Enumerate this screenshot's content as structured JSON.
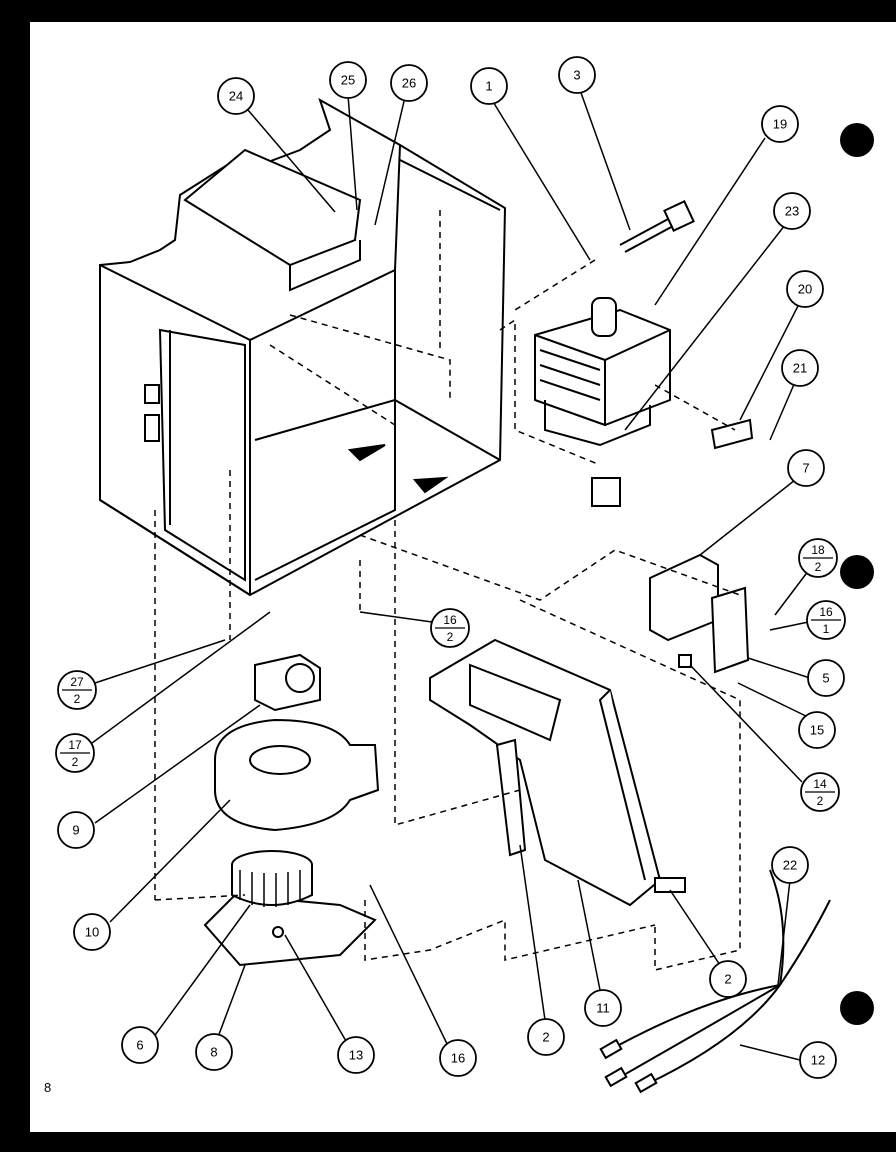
{
  "page_number": "8",
  "callouts": [
    {
      "id": "c24",
      "label": "24"
    },
    {
      "id": "c25",
      "label": "25"
    },
    {
      "id": "c26",
      "label": "26"
    },
    {
      "id": "c1",
      "label": "1"
    },
    {
      "id": "c3",
      "label": "3"
    },
    {
      "id": "c19",
      "label": "19"
    },
    {
      "id": "c23",
      "label": "23"
    },
    {
      "id": "c20",
      "label": "20"
    },
    {
      "id": "c21",
      "label": "21"
    },
    {
      "id": "c7",
      "label": "7"
    },
    {
      "id": "c5",
      "label": "5"
    },
    {
      "id": "c15",
      "label": "15"
    },
    {
      "id": "c9",
      "label": "9"
    },
    {
      "id": "c10",
      "label": "10"
    },
    {
      "id": "c6",
      "label": "6"
    },
    {
      "id": "c8",
      "label": "8"
    },
    {
      "id": "c13",
      "label": "13"
    },
    {
      "id": "c16b",
      "label": "16"
    },
    {
      "id": "c2a",
      "label": "2"
    },
    {
      "id": "c11",
      "label": "11"
    },
    {
      "id": "c2b",
      "label": "2"
    },
    {
      "id": "c22",
      "label": "22"
    },
    {
      "id": "c12",
      "label": "12"
    }
  ],
  "fraction_callouts": [
    {
      "id": "f18",
      "top": "18",
      "bottom": "2"
    },
    {
      "id": "f161",
      "top": "16",
      "bottom": "1"
    },
    {
      "id": "f14",
      "top": "14",
      "bottom": "2"
    },
    {
      "id": "f162",
      "top": "16",
      "bottom": "2"
    },
    {
      "id": "f27",
      "top": "27",
      "bottom": "2"
    },
    {
      "id": "f17",
      "top": "17",
      "bottom": "2"
    }
  ]
}
